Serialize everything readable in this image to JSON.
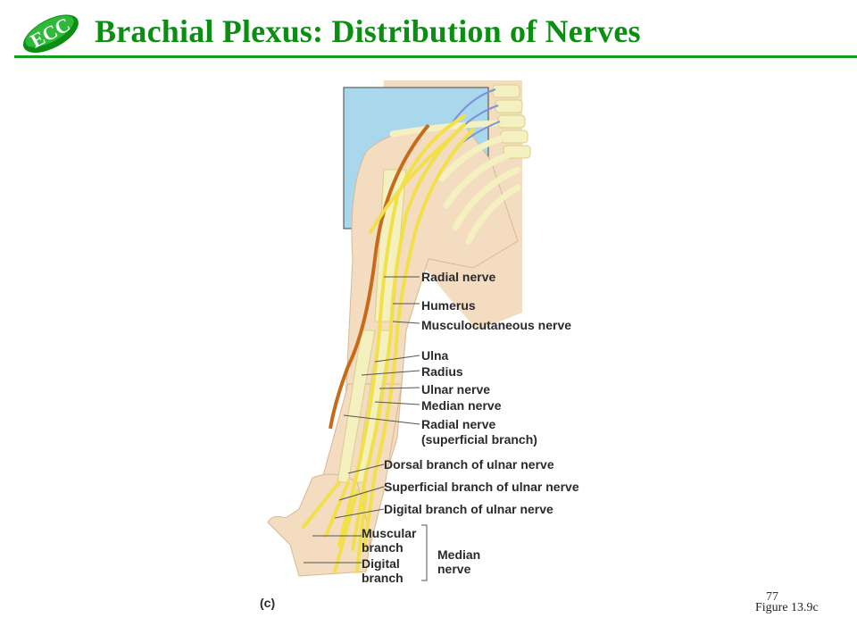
{
  "slide": {
    "title": "Brachial Plexus: Distribution of Nerves",
    "page_number": "77",
    "figure_ref": "Figure 13.9c",
    "panel_letter": "(c)"
  },
  "logo": {
    "text": "ECC",
    "color": "#0a8f12"
  },
  "labels": {
    "radial_nerve": "Radial nerve",
    "humerus": "Humerus",
    "musculocutaneous_nerve": "Musculocutaneous nerve",
    "ulna": "Ulna",
    "radius": "Radius",
    "ulnar_nerve": "Ulnar nerve",
    "median_nerve": "Median nerve",
    "radial_nerve_sup_1": "Radial nerve",
    "radial_nerve_sup_2": "(superficial branch)",
    "dorsal_branch": "Dorsal branch of ulnar nerve",
    "superficial_branch": "Superficial branch of ulnar nerve",
    "digital_branch_ulnar": "Digital branch of ulnar nerve",
    "muscular_1": "Muscular",
    "muscular_2": "branch",
    "digital_1": "Digital",
    "digital_2": "branch",
    "median_group_1": "Median",
    "median_group_2": "nerve"
  },
  "colors": {
    "title": "#0a8f12",
    "inset_box": "#a9d8ec",
    "skin": "#f3dcc0",
    "nerve": "#f2e04a",
    "bone": "#f4f0c0",
    "radial": "#c86a1c"
  }
}
